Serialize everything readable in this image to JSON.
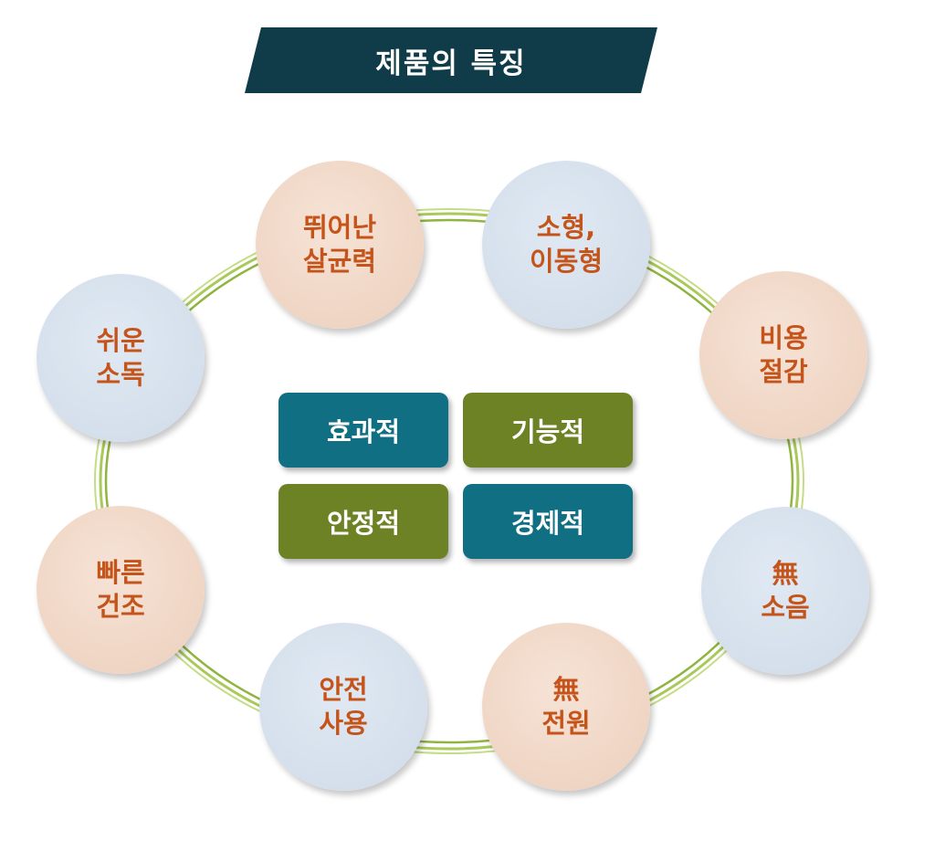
{
  "title": "제품의 특징",
  "center_boxes": [
    {
      "label": "효과적"
    },
    {
      "label": "기능적"
    },
    {
      "label": "안정적"
    },
    {
      "label": "경제적"
    }
  ],
  "circles": [
    {
      "line1": "뛰어난",
      "line2": "살균력"
    },
    {
      "line1": "소형,",
      "line2": "이동형"
    },
    {
      "line1": "비용",
      "line2": "절감"
    },
    {
      "line1": "無",
      "line2": "소음"
    },
    {
      "line1": "無",
      "line2": "전원"
    },
    {
      "line1": "안전",
      "line2": "사용"
    },
    {
      "line1": "빠른",
      "line2": "건조"
    },
    {
      "line1": "쉬운",
      "line2": "소독"
    }
  ],
  "colors": {
    "banner": "#0f3c48",
    "ring": "#9bbd4a",
    "circle_text": "#c5541b",
    "circle_peach": "#eccfbc",
    "circle_blue": "#cfdbe8",
    "box_teal": "#116f83",
    "box_olive": "#6c8225"
  }
}
